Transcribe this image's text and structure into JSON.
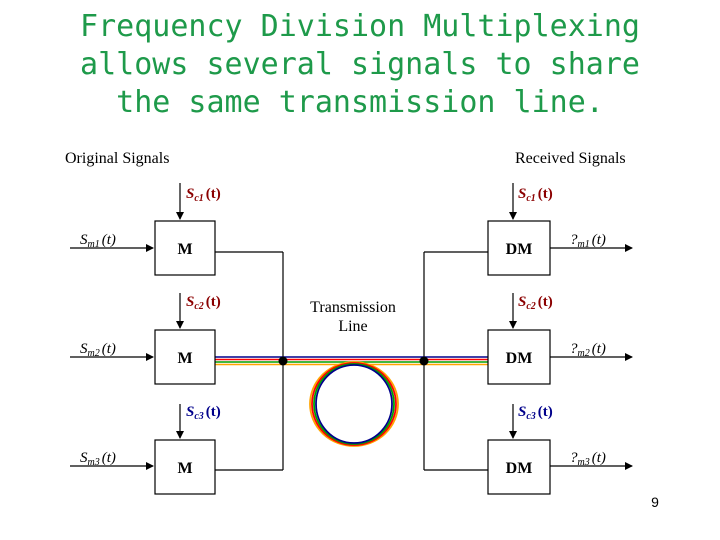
{
  "title_lines": [
    "Frequency Division Multiplexing",
    "allows several signals to share",
    "the same transmission line."
  ],
  "diagram": {
    "left_header": "Original Signals",
    "right_header": "Received Signals",
    "center_label_line1": "Transmission",
    "center_label_line2": "Line",
    "modulator_label": "M",
    "demodulator_label": "DM",
    "carriers": [
      {
        "prefix": "S",
        "sub": "c1",
        "suffix": "(t)"
      },
      {
        "prefix": "S",
        "sub": "c2",
        "suffix": "(t)"
      },
      {
        "prefix": "S",
        "sub": "c3",
        "suffix": "(t)"
      }
    ],
    "inputs": [
      {
        "prefix": "S",
        "sub": "m1",
        "suffix": "(t)"
      },
      {
        "prefix": "S",
        "sub": "m2",
        "suffix": "(t)"
      },
      {
        "prefix": "S",
        "sub": "m3",
        "suffix": "(t)"
      }
    ],
    "outputs": [
      {
        "prefix": "?",
        "sub": "m1",
        "suffix": "(t)"
      },
      {
        "prefix": "?",
        "sub": "m2",
        "suffix": "(t)"
      },
      {
        "prefix": "?",
        "sub": "m3",
        "suffix": "(t)"
      }
    ],
    "line_colors": [
      "#00008b",
      "#ff0000",
      "#00a000",
      "#ffa500"
    ]
  },
  "slide_number": "9"
}
